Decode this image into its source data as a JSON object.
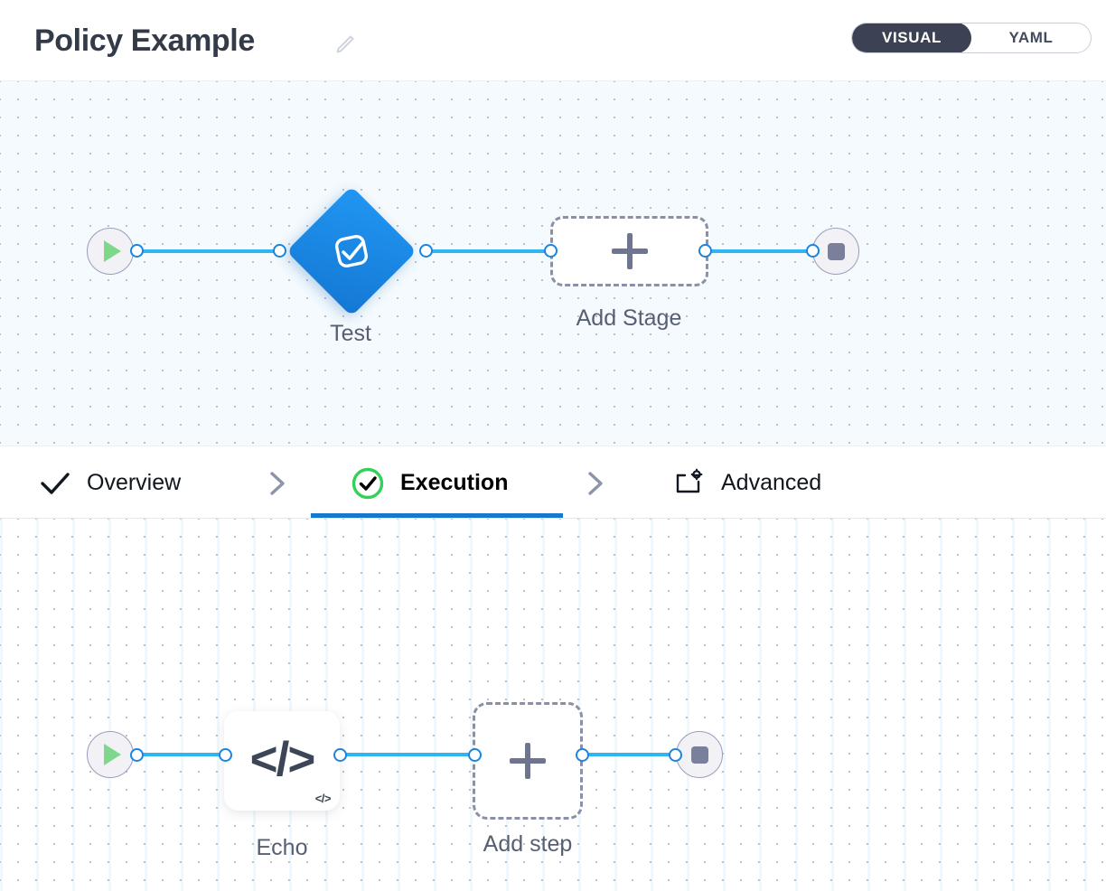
{
  "header": {
    "title": "Policy Example",
    "edit_icon": "pencil-icon",
    "mode_toggle": {
      "visual_label": "VISUAL",
      "yaml_label": "YAML",
      "selected": "VISUAL",
      "active_bg": "#3c4254",
      "active_fg": "#ffffff"
    }
  },
  "stage_canvas": {
    "background": "#f4fafd",
    "start_node": {
      "icon": "play-icon",
      "color": "#7ed78a"
    },
    "end_node": {
      "icon": "stop-icon",
      "color": "#7a7f9c"
    },
    "nodes": [
      {
        "label": "Test",
        "type": "stage-diamond",
        "icon": "check-square-icon",
        "color": "#2196f3"
      },
      {
        "label": "Add Stage",
        "type": "add-placeholder",
        "icon": "plus-icon"
      }
    ],
    "connector_color": "#2fb6f0"
  },
  "tabs": [
    {
      "label": "Overview",
      "icon": "check-icon",
      "active": false
    },
    {
      "label": "Execution",
      "icon": "check-circle-icon",
      "active": true
    },
    {
      "label": "Advanced",
      "icon": "window-gear-icon",
      "active": false
    }
  ],
  "tab_separator_icon": "chevron-right-icon",
  "tab_active_underline_color": "#1878d0",
  "step_canvas": {
    "background": "#ffffff",
    "start_node": {
      "icon": "play-icon",
      "color": "#7ed78a"
    },
    "end_node": {
      "icon": "stop-icon",
      "color": "#7a7f9c"
    },
    "nodes": [
      {
        "label": "Echo",
        "type": "step-card",
        "icon": "code-icon",
        "badge": "</>"
      },
      {
        "label": "Add step",
        "type": "add-placeholder",
        "icon": "plus-icon"
      }
    ],
    "connector_color": "#2fb6f0"
  }
}
